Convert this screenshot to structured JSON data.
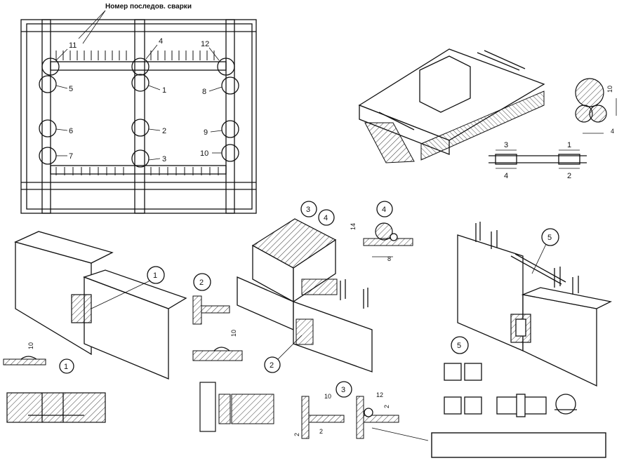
{
  "plan": {
    "caption": "Номер последов. сварки",
    "weld_numbers": [
      "1",
      "2",
      "3",
      "4",
      "5",
      "6",
      "7",
      "8",
      "9",
      "10",
      "11",
      "12"
    ]
  },
  "details": {
    "joint_marks": [
      "1",
      "2",
      "3",
      "4",
      "5"
    ],
    "dimensions": {
      "d1": "10",
      "d2": "10",
      "d3a": "10",
      "d3b": "12",
      "d3c": "2",
      "d3d": "2",
      "d3e": "2",
      "d4a": "14",
      "d4b": "8",
      "dtop1": "10",
      "dtop2": "4",
      "arrow_nums": [
        "1",
        "2",
        "3",
        "4"
      ]
    }
  },
  "stamp_box": {
    "text": ""
  }
}
